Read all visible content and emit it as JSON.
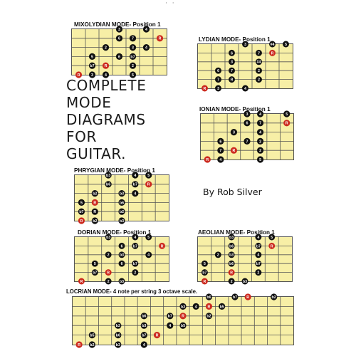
{
  "cover": {
    "title_lines": [
      "COMPLETE",
      "MODE",
      "DIAGRAMS",
      "FOR",
      "GUITAR."
    ],
    "author": "By Rob Silver",
    "top_marks": "· ·"
  },
  "colors": {
    "fretboard": "#f7efa6",
    "note_black": "#111111",
    "note_red": "#cc2a1f",
    "line": "#555555"
  },
  "diagrams": [
    {
      "key": "mixolydian",
      "title": "MIXOLYDIAN MODE- Position 1",
      "frets": 7,
      "notes": [
        {
          "s": 0,
          "f": 3,
          "red": false,
          "label": "3"
        },
        {
          "s": 0,
          "f": 5,
          "red": false,
          "label": "4"
        },
        {
          "s": 1,
          "f": 3,
          "red": false,
          "label": "6"
        },
        {
          "s": 1,
          "f": 4,
          "red": false,
          "label": "7"
        },
        {
          "s": 1,
          "f": 6,
          "red": true,
          "label": "R"
        },
        {
          "s": 2,
          "f": 2,
          "red": false,
          "label": "2"
        },
        {
          "s": 2,
          "f": 4,
          "red": false,
          "label": "3"
        },
        {
          "s": 2,
          "f": 5,
          "red": false,
          "label": "4"
        },
        {
          "s": 3,
          "f": 1,
          "red": false,
          "label": "5"
        },
        {
          "s": 3,
          "f": 3,
          "red": false,
          "label": "6"
        },
        {
          "s": 3,
          "f": 4,
          "red": false,
          "label": "b7"
        },
        {
          "s": 4,
          "f": 1,
          "red": false,
          "label": "b7"
        },
        {
          "s": 4,
          "f": 2,
          "red": true,
          "label": "R"
        },
        {
          "s": 4,
          "f": 4,
          "red": false,
          "label": "2"
        },
        {
          "s": 5,
          "f": 1,
          "red": false,
          "label": "3"
        },
        {
          "s": 5,
          "f": 2,
          "red": false,
          "label": "4"
        },
        {
          "s": 5,
          "f": 4,
          "red": false,
          "label": "5"
        },
        {
          "s": 5,
          "f": 0,
          "red": true,
          "label": "R"
        }
      ]
    },
    {
      "key": "lydian",
      "title": "LYDIAN MODE- Position 1",
      "frets": 7,
      "notes": [
        {
          "s": 0,
          "f": 3,
          "red": false,
          "label": "3"
        },
        {
          "s": 0,
          "f": 5,
          "red": false,
          "label": "#4"
        },
        {
          "s": 0,
          "f": 6,
          "red": false,
          "label": "5"
        },
        {
          "s": 1,
          "f": 2,
          "red": false,
          "label": "6"
        },
        {
          "s": 1,
          "f": 4,
          "red": false,
          "label": "7"
        },
        {
          "s": 1,
          "f": 5,
          "red": true,
          "label": "R"
        },
        {
          "s": 2,
          "f": 2,
          "red": false,
          "label": "3"
        },
        {
          "s": 2,
          "f": 4,
          "red": false,
          "label": "#4"
        },
        {
          "s": 3,
          "f": 1,
          "red": false,
          "label": "6"
        },
        {
          "s": 3,
          "f": 2,
          "red": false,
          "label": "7"
        },
        {
          "s": 3,
          "f": 4,
          "red": false,
          "label": "2"
        },
        {
          "s": 4,
          "f": 1,
          "red": false,
          "label": "7"
        },
        {
          "s": 4,
          "f": 2,
          "red": false,
          "label": "R"
        },
        {
          "s": 4,
          "f": 4,
          "red": false,
          "label": "2"
        },
        {
          "s": 5,
          "f": 1,
          "red": false,
          "label": "3"
        },
        {
          "s": 5,
          "f": 3,
          "red": false,
          "label": "4"
        },
        {
          "s": 5,
          "f": 0,
          "red": true,
          "label": "R"
        }
      ]
    },
    {
      "key": "ionian",
      "title": "IONIAN MODE- Position 1",
      "frets": 7,
      "notes": [
        {
          "s": 0,
          "f": 3,
          "red": false,
          "label": "3"
        },
        {
          "s": 0,
          "f": 4,
          "red": false,
          "label": "4"
        },
        {
          "s": 0,
          "f": 6,
          "red": false,
          "label": "5"
        },
        {
          "s": 1,
          "f": 3,
          "red": false,
          "label": "6"
        },
        {
          "s": 1,
          "f": 4,
          "red": false,
          "label": "7"
        },
        {
          "s": 1,
          "f": 6,
          "red": true,
          "label": "R"
        },
        {
          "s": 2,
          "f": 2,
          "red": false,
          "label": "3"
        },
        {
          "s": 2,
          "f": 4,
          "red": false,
          "label": "4"
        },
        {
          "s": 3,
          "f": 1,
          "red": false,
          "label": "6"
        },
        {
          "s": 3,
          "f": 3,
          "red": false,
          "label": "7"
        },
        {
          "s": 3,
          "f": 4,
          "red": false,
          "label": "2"
        },
        {
          "s": 4,
          "f": 1,
          "red": false,
          "label": "7"
        },
        {
          "s": 4,
          "f": 2,
          "red": true,
          "label": "R"
        },
        {
          "s": 4,
          "f": 4,
          "red": false,
          "label": "2"
        },
        {
          "s": 5,
          "f": 1,
          "red": false,
          "label": "4"
        },
        {
          "s": 5,
          "f": 4,
          "red": false,
          "label": "5"
        },
        {
          "s": 5,
          "f": 0,
          "red": true,
          "label": "R"
        }
      ]
    },
    {
      "key": "phrygian",
      "title": "PHRYGIAN MODE- Position 1",
      "frets": 7,
      "notes": [
        {
          "s": 0,
          "f": 2,
          "red": false,
          "label": "b3"
        },
        {
          "s": 0,
          "f": 4,
          "red": false,
          "label": "4"
        },
        {
          "s": 0,
          "f": 5,
          "red": false,
          "label": "5"
        },
        {
          "s": 1,
          "f": 2,
          "red": false,
          "label": "b6"
        },
        {
          "s": 1,
          "f": 4,
          "red": false,
          "label": "b7"
        },
        {
          "s": 1,
          "f": 5,
          "red": true,
          "label": "R"
        },
        {
          "s": 2,
          "f": 1,
          "red": false,
          "label": "b2"
        },
        {
          "s": 2,
          "f": 3,
          "red": false,
          "label": "b3"
        },
        {
          "s": 2,
          "f": 4,
          "red": false,
          "label": "4"
        },
        {
          "s": 3,
          "f": 0,
          "red": false,
          "label": "5"
        },
        {
          "s": 3,
          "f": 1,
          "red": true,
          "label": "R"
        },
        {
          "s": 3,
          "f": 3,
          "red": false,
          "label": "b6"
        },
        {
          "s": 4,
          "f": 0,
          "red": false,
          "label": "b7"
        },
        {
          "s": 4,
          "f": 1,
          "red": false,
          "label": "R"
        },
        {
          "s": 4,
          "f": 3,
          "red": false,
          "label": "b2"
        },
        {
          "s": 5,
          "f": 0,
          "red": true,
          "label": "R"
        },
        {
          "s": 5,
          "f": 1,
          "red": false,
          "label": "b2"
        },
        {
          "s": 5,
          "f": 3,
          "red": false,
          "label": "b3"
        }
      ]
    },
    {
      "key": "dorian",
      "title": "DORIAN MODE- Position 1",
      "frets": 7,
      "notes": [
        {
          "s": 0,
          "f": 2,
          "red": false,
          "label": "b3"
        },
        {
          "s": 0,
          "f": 4,
          "red": false,
          "label": "4"
        },
        {
          "s": 0,
          "f": 5,
          "red": false,
          "label": "5"
        },
        {
          "s": 1,
          "f": 3,
          "red": false,
          "label": "6"
        },
        {
          "s": 1,
          "f": 4,
          "red": false,
          "label": "b7"
        },
        {
          "s": 1,
          "f": 6,
          "red": true,
          "label": "R"
        },
        {
          "s": 2,
          "f": 2,
          "red": false,
          "label": "2"
        },
        {
          "s": 2,
          "f": 3,
          "red": false,
          "label": "b3"
        },
        {
          "s": 2,
          "f": 5,
          "red": false,
          "label": "4"
        },
        {
          "s": 3,
          "f": 1,
          "red": false,
          "label": "5"
        },
        {
          "s": 3,
          "f": 3,
          "red": false,
          "label": "6"
        },
        {
          "s": 3,
          "f": 4,
          "red": false,
          "label": "b7"
        },
        {
          "s": 4,
          "f": 1,
          "red": false,
          "label": "b7"
        },
        {
          "s": 4,
          "f": 2,
          "red": true,
          "label": "R"
        },
        {
          "s": 4,
          "f": 4,
          "red": false,
          "label": "2"
        },
        {
          "s": 5,
          "f": 0,
          "red": true,
          "label": "R"
        },
        {
          "s": 5,
          "f": 2,
          "red": false,
          "label": "2"
        },
        {
          "s": 5,
          "f": 3,
          "red": false,
          "label": "b3"
        }
      ]
    },
    {
      "key": "aeolian",
      "title": "AEOLIAN MODE- Position 1",
      "frets": 7,
      "notes": [
        {
          "s": 0,
          "f": 2,
          "red": false,
          "label": "b3"
        },
        {
          "s": 0,
          "f": 4,
          "red": false,
          "label": "4"
        },
        {
          "s": 0,
          "f": 5,
          "red": false,
          "label": "5"
        },
        {
          "s": 1,
          "f": 2,
          "red": false,
          "label": "b6"
        },
        {
          "s": 1,
          "f": 4,
          "red": false,
          "label": "b7"
        },
        {
          "s": 1,
          "f": 5,
          "red": true,
          "label": "R"
        },
        {
          "s": 2,
          "f": 1,
          "red": false,
          "label": "2"
        },
        {
          "s": 2,
          "f": 2,
          "red": false,
          "label": "b3"
        },
        {
          "s": 2,
          "f": 4,
          "red": false,
          "label": "4"
        },
        {
          "s": 3,
          "f": 0,
          "red": false,
          "label": "5"
        },
        {
          "s": 3,
          "f": 2,
          "red": false,
          "label": "b6"
        },
        {
          "s": 3,
          "f": 4,
          "red": false,
          "label": "b7"
        },
        {
          "s": 4,
          "f": 0,
          "red": false,
          "label": "b7"
        },
        {
          "s": 4,
          "f": 2,
          "red": true,
          "label": "R"
        },
        {
          "s": 4,
          "f": 4,
          "red": false,
          "label": "2"
        },
        {
          "s": 5,
          "f": 0,
          "red": true,
          "label": "R"
        },
        {
          "s": 5,
          "f": 2,
          "red": false,
          "label": "2"
        },
        {
          "s": 5,
          "f": 3,
          "red": false,
          "label": "b3"
        }
      ]
    },
    {
      "key": "locrian",
      "title": "LOCRIAN MODE- 4 note per string 3 octave scale.",
      "frets": 17,
      "notes": [
        {
          "s": 5,
          "f": 0,
          "red": true,
          "label": "R"
        },
        {
          "s": 5,
          "f": 1,
          "red": false,
          "label": "b2"
        },
        {
          "s": 5,
          "f": 3,
          "red": false,
          "label": "b3"
        },
        {
          "s": 5,
          "f": 5,
          "red": false,
          "label": "4"
        },
        {
          "s": 4,
          "f": 1,
          "red": false,
          "label": "b5"
        },
        {
          "s": 4,
          "f": 3,
          "red": false,
          "label": "b6"
        },
        {
          "s": 4,
          "f": 5,
          "red": false,
          "label": "b7"
        },
        {
          "s": 4,
          "f": 6,
          "red": true,
          "label": "R"
        },
        {
          "s": 3,
          "f": 3,
          "red": false,
          "label": "b2"
        },
        {
          "s": 3,
          "f": 5,
          "red": false,
          "label": "b3"
        },
        {
          "s": 3,
          "f": 7,
          "red": false,
          "label": "4"
        },
        {
          "s": 3,
          "f": 8,
          "red": false,
          "label": "b5"
        },
        {
          "s": 2,
          "f": 5,
          "red": false,
          "label": "b6"
        },
        {
          "s": 2,
          "f": 7,
          "red": false,
          "label": "b7"
        },
        {
          "s": 2,
          "f": 8,
          "red": true,
          "label": "R"
        },
        {
          "s": 2,
          "f": 10,
          "red": false,
          "label": "b2"
        },
        {
          "s": 1,
          "f": 8,
          "red": false,
          "label": "b3"
        },
        {
          "s": 1,
          "f": 9,
          "red": false,
          "label": "4"
        },
        {
          "s": 1,
          "f": 10,
          "red": true,
          "label": "R"
        },
        {
          "s": 1,
          "f": 11,
          "red": false,
          "label": "b5"
        },
        {
          "s": 0,
          "f": 10,
          "red": false,
          "label": "b6"
        },
        {
          "s": 0,
          "f": 12,
          "red": false,
          "label": "b7"
        },
        {
          "s": 0,
          "f": 13,
          "red": true,
          "label": "R"
        },
        {
          "s": 0,
          "f": 15,
          "red": false,
          "label": "b2"
        }
      ]
    }
  ]
}
